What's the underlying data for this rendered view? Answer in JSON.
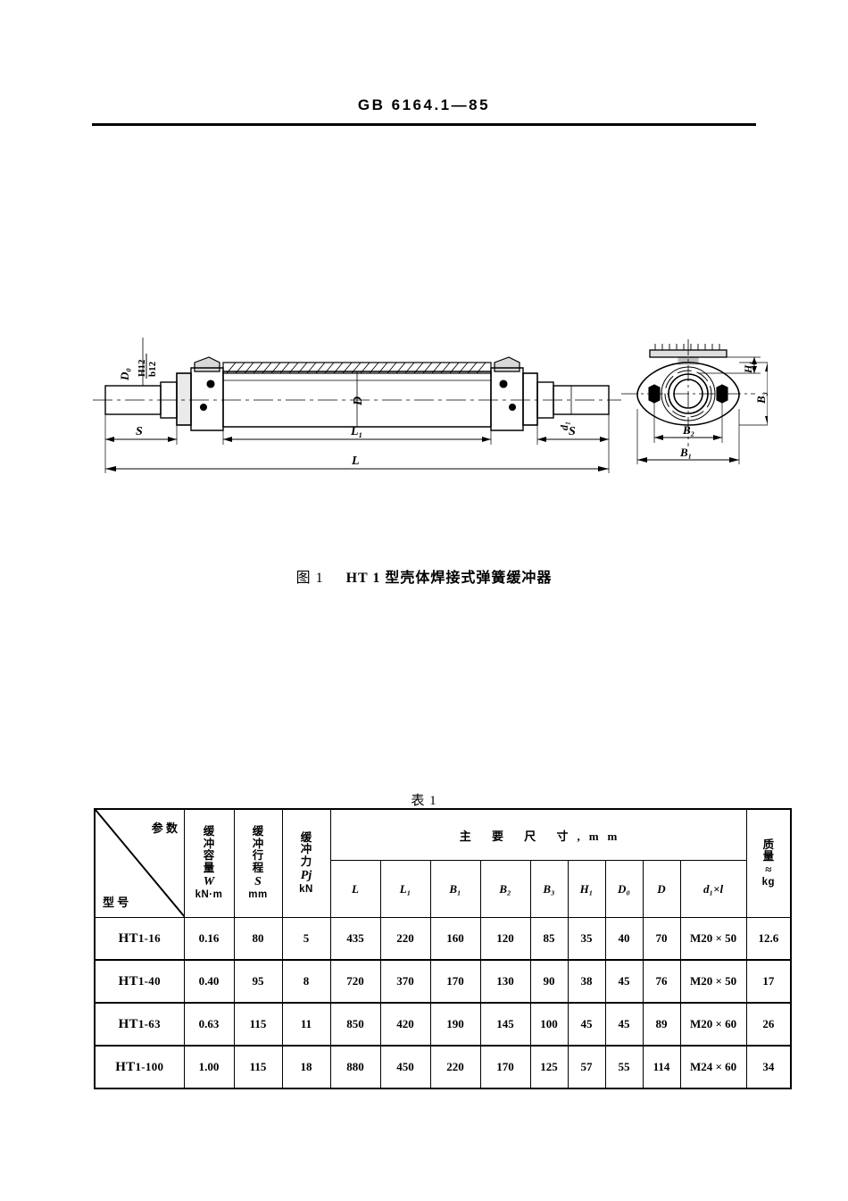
{
  "document": {
    "standard_number": "GB 6164.1—85"
  },
  "figure": {
    "caption_number": "图 1",
    "caption_title": "HT 1 型壳体焊接式弹簧缓冲器",
    "labels": {
      "bore_fit": "D₀",
      "bore_fit_top": "H12",
      "bore_fit_bottom": "b12",
      "stroke_left": "S",
      "stroke_right": "S",
      "length_inner": "L₁",
      "length_total": "L",
      "diameter": "D",
      "rod_diameter": "d₁",
      "flange_width": "B₁",
      "bolt_spacing": "B₂",
      "flange_height": "B₃",
      "hub_height": "H₁"
    }
  },
  "table": {
    "title": "表 1",
    "corner": {
      "param_label": "参 数",
      "model_label": "型 号"
    },
    "columns": [
      {
        "id": "capacity",
        "cn_chars": [
          "缓",
          "冲",
          "容",
          "量"
        ],
        "symbol": "W",
        "unit": "kN·m"
      },
      {
        "id": "stroke",
        "cn_chars": [
          "缓",
          "冲",
          "行",
          "程"
        ],
        "symbol": "S",
        "unit": "mm"
      },
      {
        "id": "force",
        "cn_chars": [
          "缓",
          "冲",
          "力"
        ],
        "symbol": "Pj",
        "unit": "kN"
      }
    ],
    "main_group_header": "主 要 尺 寸,mm",
    "dimension_headers": [
      "L",
      "L₁",
      "B₁",
      "B₂",
      "B₃",
      "H₁",
      "D₀",
      "D",
      "d₁×l"
    ],
    "mass_header": {
      "cn_chars": [
        "质",
        "量"
      ],
      "approx": "≈",
      "unit": "kg"
    },
    "rows": [
      {
        "model_prefix": "HT",
        "model_suffix": "1-16",
        "capacity": "0.16",
        "stroke": "80",
        "force": "5",
        "L": "435",
        "L1": "220",
        "B1": "160",
        "B2": "120",
        "B3": "85",
        "H1": "35",
        "D0": "40",
        "D": "70",
        "d1_l": "M20 × 50",
        "mass": "12.6"
      },
      {
        "model_prefix": "HT",
        "model_suffix": "1-40",
        "capacity": "0.40",
        "stroke": "95",
        "force": "8",
        "L": "720",
        "L1": "370",
        "B1": "170",
        "B2": "130",
        "B3": "90",
        "H1": "38",
        "D0": "45",
        "D": "76",
        "d1_l": "M20 × 50",
        "mass": "17"
      },
      {
        "model_prefix": "HT",
        "model_suffix": "1-63",
        "capacity": "0.63",
        "stroke": "115",
        "force": "11",
        "L": "850",
        "L1": "420",
        "B1": "190",
        "B2": "145",
        "B3": "100",
        "H1": "45",
        "D0": "45",
        "D": "89",
        "d1_l": "M20 × 60",
        "mass": "26"
      },
      {
        "model_prefix": "HT",
        "model_suffix": "1-100",
        "capacity": "1.00",
        "stroke": "115",
        "force": "18",
        "L": "880",
        "L1": "450",
        "B1": "220",
        "B2": "170",
        "B3": "125",
        "H1": "57",
        "D0": "55",
        "D": "114",
        "d1_l": "M24 × 60",
        "mass": "34"
      }
    ]
  }
}
